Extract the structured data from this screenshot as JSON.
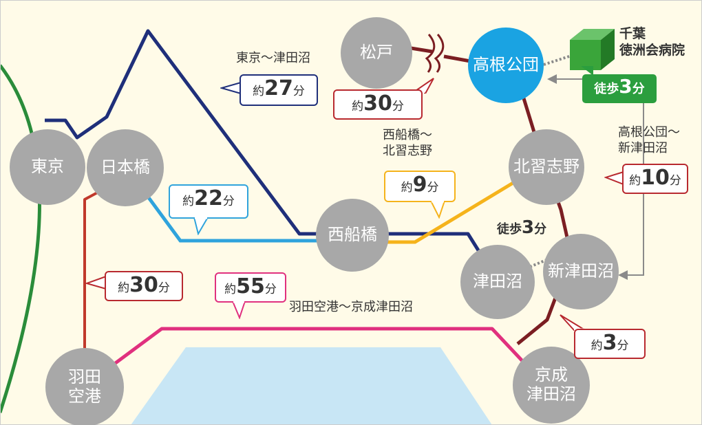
{
  "colors": {
    "background": "#fffbe8",
    "sea": "#c8e6f5",
    "station": "#a8a8a8",
    "station_highlight": "#1aa3e2",
    "jr_green": "#2a8c3a",
    "navy": "#1f2f7a",
    "light_blue": "#2fa3dc",
    "orange": "#f5b31b",
    "maroon": "#7b1e22",
    "red": "#c0392b",
    "pink": "#e0307e",
    "walk_green": "#2b9e3e",
    "gray_arrow": "#8a8a8a"
  },
  "stations": {
    "matsudo": "松戸",
    "takanekodan": "高根公団",
    "tokyo": "東京",
    "nihonbashi": "日本橋",
    "kitanarashino": "北習志野",
    "nishifunabashi": "西船橋",
    "tsudanuma": "津田沼",
    "shintsudanuma": "新津田沼",
    "haneda": "羽田\n空港",
    "keisei_tsudanuma": "京成\n津田沼"
  },
  "hospital": {
    "name": "千葉\n徳洲会病院",
    "icon": "building-cube-icon",
    "walk": {
      "pre": "徒歩",
      "num": "3",
      "post": "分"
    }
  },
  "routes": {
    "tokyo_tsudanuma": {
      "label": "東京〜津田沼",
      "pre": "約",
      "num": "27",
      "post": "分"
    },
    "matsudo_takane": {
      "pre": "約",
      "num": "30",
      "post": "分"
    },
    "nihonbashi_nishifunabashi": {
      "pre": "約",
      "num": "22",
      "post": "分"
    },
    "nishifunabashi_kitanarashino": {
      "label": "西船橋〜\n北習志野",
      "pre": "約",
      "num": "9",
      "post": "分"
    },
    "takane_shintsudanuma": {
      "label": "高根公団〜\n新津田沼",
      "pre": "約",
      "num": "10",
      "post": "分"
    },
    "tsudanuma_walk": {
      "pre": "徒歩",
      "num": "3",
      "post": "分"
    },
    "nihonbashi_haneda": {
      "pre": "約",
      "num": "30",
      "post": "分"
    },
    "haneda_keisei": {
      "label": "羽田空港〜京成津田沼",
      "pre": "約",
      "num": "55",
      "post": "分"
    },
    "shintsudanuma_keisei": {
      "pre": "約",
      "num": "3",
      "post": "分"
    }
  }
}
